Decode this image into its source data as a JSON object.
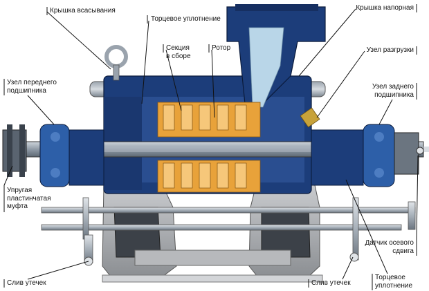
{
  "labels": {
    "suction_cover": "Крышка всасывания",
    "mech_seal_top": "Торцевое уплотнение",
    "section_assembly": "Секция\nв сборе",
    "rotor": "Ротор",
    "discharge_cover": "Крышка напорная",
    "balancing_unit": "Узел разгрузки",
    "front_bearing": "Узел переднего\nподшипника",
    "rear_bearing": "Узел заднего\nподшипника",
    "coupling": "Упругая\nпластинчатая\nмуфта",
    "axial_sensor": "Датчик осевого\nсдвига",
    "drain_left": "Слив утечек",
    "drain_right": "Слив утечек",
    "mech_seal_bottom": "Торцевое\nуплотнение"
  },
  "colors": {
    "casing_blue": "#1c3d7a",
    "casing_dark": "#0f2450",
    "impeller_orange": "#e8a23a",
    "shaft_grey": "#8f9aa6",
    "frame_grey": "#a9abae",
    "water_light": "#b9d6e8",
    "leader_black": "#111111"
  }
}
